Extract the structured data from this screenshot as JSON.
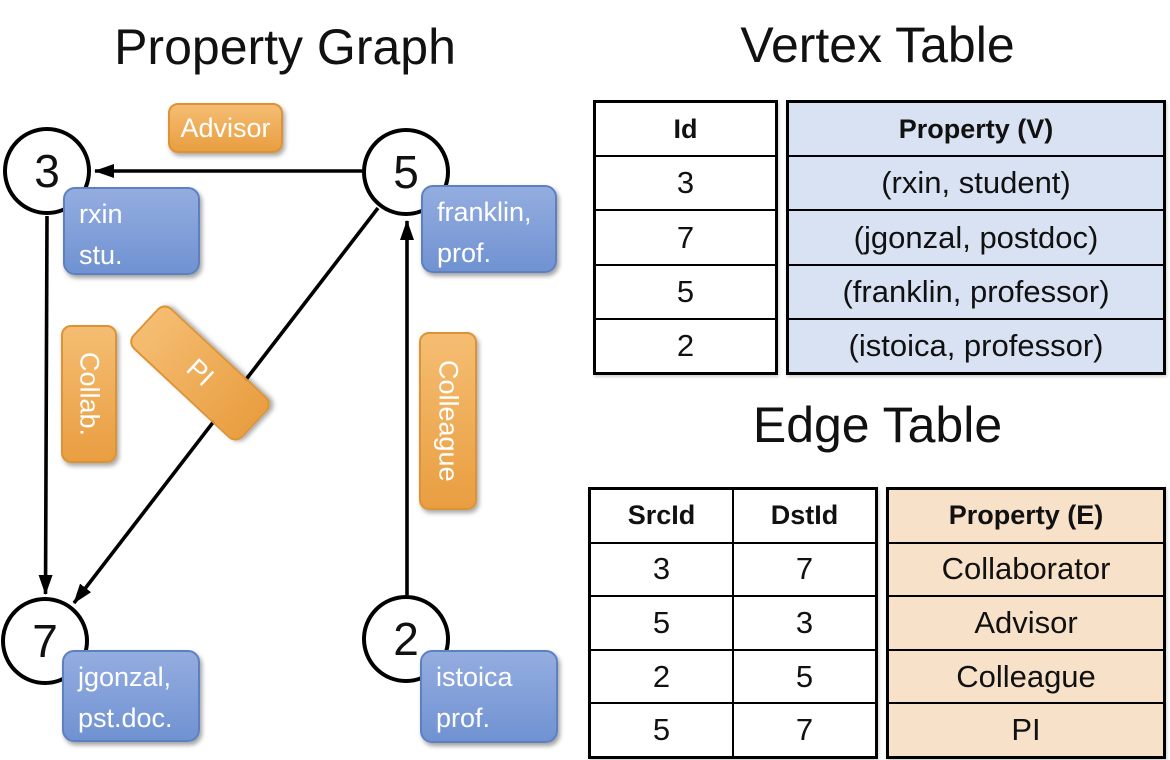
{
  "graph": {
    "title": "Property Graph",
    "vertices": [
      {
        "id": "3",
        "line1": "rxin",
        "line2": "stu."
      },
      {
        "id": "5",
        "line1": "franklin,",
        "line2": "prof."
      },
      {
        "id": "7",
        "line1": "jgonzal,",
        "line2": "pst.doc."
      },
      {
        "id": "2",
        "line1": "istoica",
        "line2": "prof."
      }
    ],
    "edge_labels": {
      "advisor": "Advisor",
      "collab": "Collab.",
      "pi": "PI",
      "colleague": "Colleague"
    }
  },
  "vertex_table": {
    "title": "Vertex Table",
    "columns": {
      "id": "Id",
      "property": "Property (V)"
    },
    "rows": [
      {
        "id": "3",
        "property": "(rxin, student)"
      },
      {
        "id": "7",
        "property": "(jgonzal, postdoc)"
      },
      {
        "id": "5",
        "property": "(franklin, professor)"
      },
      {
        "id": "2",
        "property": "(istoica, professor)"
      }
    ]
  },
  "edge_table": {
    "title": "Edge Table",
    "columns": {
      "src": "SrcId",
      "dst": "DstId",
      "property": "Property (E)"
    },
    "rows": [
      {
        "src": "3",
        "dst": "7",
        "property": "Collaborator"
      },
      {
        "src": "5",
        "dst": "3",
        "property": "Advisor"
      },
      {
        "src": "2",
        "dst": "5",
        "property": "Colleague"
      },
      {
        "src": "5",
        "dst": "7",
        "property": "PI"
      }
    ]
  },
  "colors": {
    "orange_top": "#f5bd72",
    "orange_bottom": "#e99e41",
    "orange_border": "#dd9334",
    "blue_top": "#94ade0",
    "blue_bottom": "#7092d2",
    "blue_border": "#5d80c0",
    "vertex_cell_bg": "#d9e2f3",
    "edge_cell_bg": "#f7e1c9"
  }
}
